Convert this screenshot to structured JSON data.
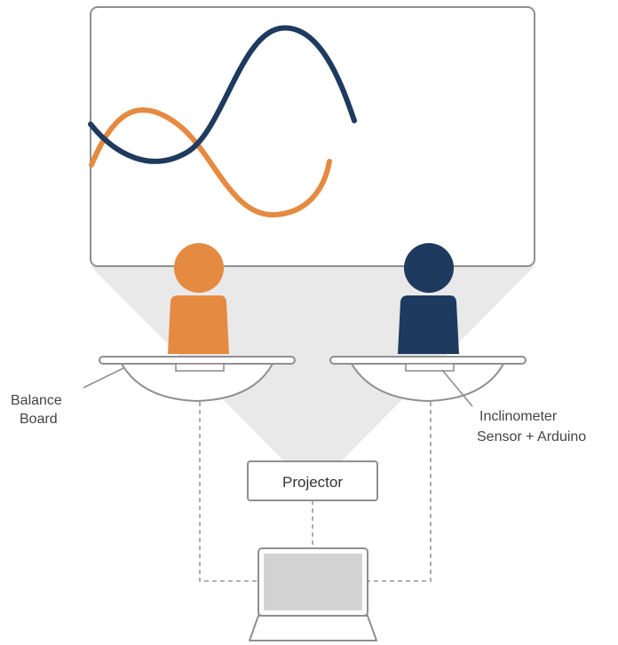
{
  "labels": {
    "balance_board_line1": "Balance",
    "balance_board_line2": "Board",
    "sensor_line1": "Inclinometer",
    "sensor_line2": "Sensor + Arduino",
    "projector": "Projector"
  },
  "colors": {
    "orange": "#E58A41",
    "navy": "#1F3A5F",
    "outline": "#8F8F8F",
    "projection_beam": "#E9E9E9",
    "laptop_screen": "#D3D3D3",
    "dashed_line": "#9A9A9A"
  },
  "icons": {
    "left_player": "person-icon",
    "right_player": "person-icon",
    "laptop": "laptop-icon"
  }
}
